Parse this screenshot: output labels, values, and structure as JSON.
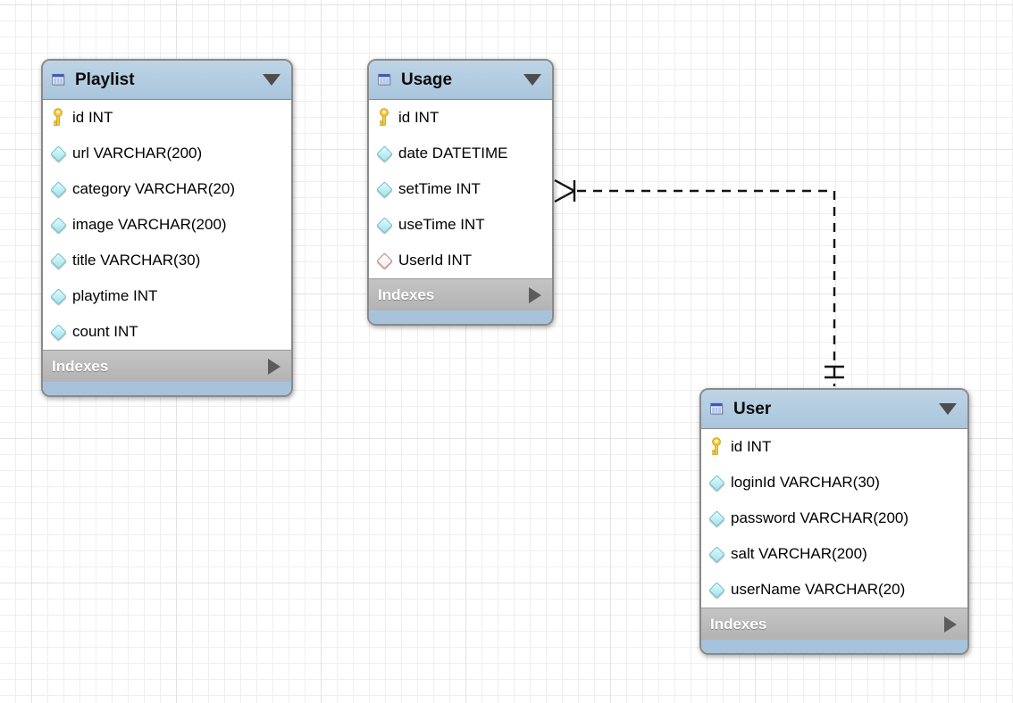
{
  "diagram": {
    "tables": [
      {
        "name": "Playlist",
        "section_label": "Indexes",
        "columns": [
          {
            "icon": "primary-key-icon",
            "text": "id INT"
          },
          {
            "icon": "column-icon",
            "text": "url VARCHAR(200)"
          },
          {
            "icon": "column-icon",
            "text": "category VARCHAR(20)"
          },
          {
            "icon": "column-icon",
            "text": "image VARCHAR(200)"
          },
          {
            "icon": "column-icon",
            "text": "title VARCHAR(30)"
          },
          {
            "icon": "column-icon",
            "text": "playtime INT"
          },
          {
            "icon": "column-icon",
            "text": "count INT"
          }
        ]
      },
      {
        "name": "Usage",
        "section_label": "Indexes",
        "columns": [
          {
            "icon": "primary-key-icon",
            "text": "id INT"
          },
          {
            "icon": "column-icon",
            "text": "date DATETIME"
          },
          {
            "icon": "column-icon",
            "text": "setTime INT"
          },
          {
            "icon": "column-icon",
            "text": "useTime INT"
          },
          {
            "icon": "foreign-key-icon",
            "text": "UserId INT"
          }
        ]
      },
      {
        "name": "User",
        "section_label": "Indexes",
        "columns": [
          {
            "icon": "primary-key-icon",
            "text": "id INT"
          },
          {
            "icon": "column-icon",
            "text": "loginId VARCHAR(30)"
          },
          {
            "icon": "column-icon",
            "text": "password VARCHAR(200)"
          },
          {
            "icon": "column-icon",
            "text": "salt VARCHAR(200)"
          },
          {
            "icon": "column-icon",
            "text": "userName VARCHAR(20)"
          }
        ]
      }
    ],
    "relationship": {
      "from_table": "Usage",
      "to_table": "User",
      "from_cardinality": "many",
      "to_cardinality": "one",
      "line_style": "dashed"
    },
    "colors": {
      "header_blue": "#b3cce1",
      "footer_blue": "#a7c3db",
      "indexes_gray": "#b9b9b9",
      "border_gray": "#8a8a8a",
      "connector_black": "#141414",
      "key_yellow": "#f0c838",
      "column_cyan": "#a8e6ef",
      "fk_red_outline": "#c0797b"
    }
  }
}
